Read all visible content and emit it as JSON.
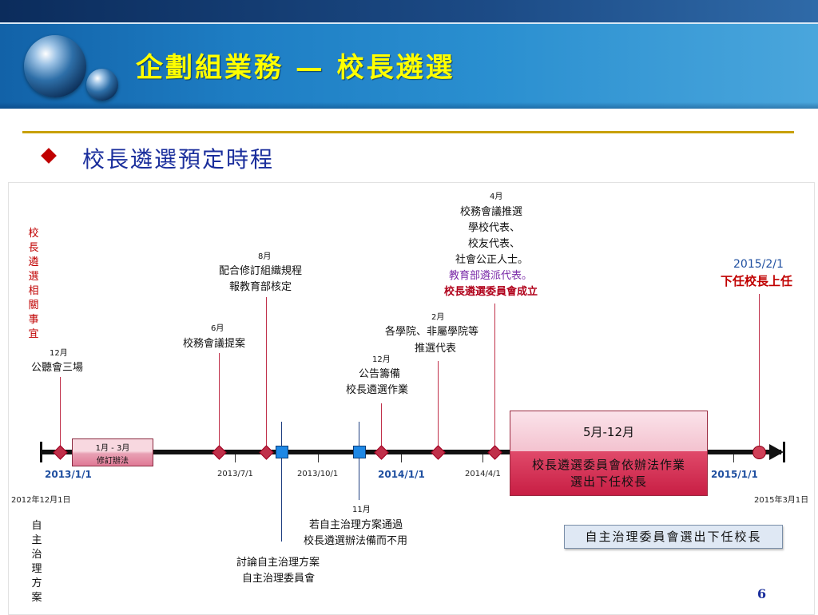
{
  "header": {
    "title": "企劃組業務 — 校長遴選"
  },
  "section": {
    "subtitle": "校長遴選預定時程"
  },
  "side_labels": {
    "top": "校長遴選相關事宜",
    "bottom": "自主治理方案"
  },
  "events": {
    "e1": {
      "month": "12月",
      "text": "公聽會三場"
    },
    "e2": {
      "month": "6月",
      "text": "校務會議提案"
    },
    "e3": {
      "month": "8月",
      "line1": "配合修訂組織規程",
      "line2": "報教育部核定"
    },
    "e4": {
      "month": "12月",
      "line1": "公告籌備",
      "line2": "校長遴選作業"
    },
    "e5": {
      "month": "2月",
      "line1": "各學院、非屬學院等",
      "line2": "推選代表"
    },
    "e6": {
      "month": "4月",
      "line1": "校務會議推選",
      "line2": "學校代表、",
      "line3": "校友代表、",
      "line4": "社會公正人士。",
      "line5": "教育部遴派代表。",
      "line6": "校長遴選委員會成立"
    },
    "e7": {
      "date": "2015/2/1",
      "text": "下任校長上任"
    },
    "b1": {
      "month": "11月",
      "line1": "若自主治理方案通過",
      "line2": "校長遴選辦法備而不用"
    },
    "b2": {
      "line1": "討論自主治理方案",
      "line2": "自主治理委員會"
    }
  },
  "range_box": {
    "line1": "1月 - 3月",
    "line2": "修訂辦法"
  },
  "big_box": {
    "top": "5月-12月",
    "line1": "校長遴選委員會依辦法作業",
    "line2": "選出下任校長"
  },
  "self_box": "自主治理委員會選出下任校長",
  "axis": {
    "d2013_1_1": "2013/1/1",
    "d2013_7_1": "2013/7/1",
    "d2013_10_1": "2013/10/1",
    "d2014_1_1": "2014/1/1",
    "d2014_4_1": "2014/4/1",
    "d2015_1_1": "2015/1/1",
    "start": "2012年12月1日",
    "end": "2015年3月1日"
  },
  "colors": {
    "accent_red": "#c0304a",
    "title_yellow": "#ffff00",
    "axis_blue": "#1f4fa0"
  },
  "page_number": "6"
}
